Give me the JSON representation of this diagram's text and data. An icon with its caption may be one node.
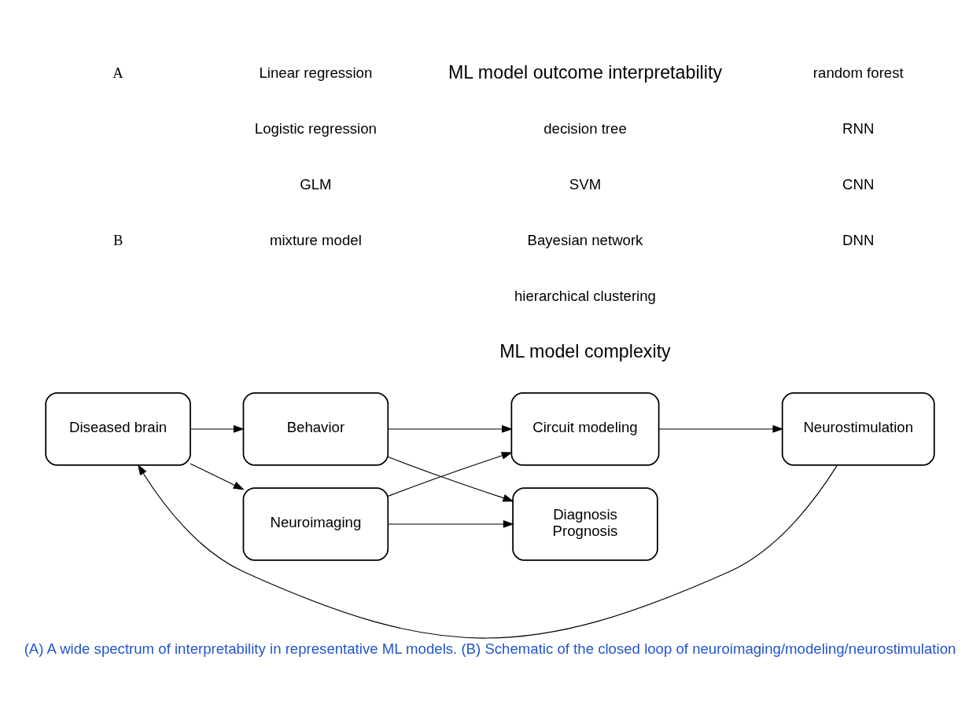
{
  "diagram": {
    "caption": "(A) A wide spectrum of interpretability in representative ML models. (B) Schematic of the closed loop of neuroimaging/modeling/neurostimulation",
    "nodes": [
      {
        "text": [
          "Diseased brain"
        ]
      },
      {
        "text": [
          "Behavior"
        ]
      },
      {
        "text": [
          "Neuroimaging"
        ]
      },
      {
        "text": [
          "Diagnosis",
          "Prognosis"
        ]
      },
      {
        "text": [
          "Circuit modeling"
        ]
      },
      {
        "text": [
          "Neurostimulation"
        ]
      }
    ],
    "edges": [
      {
        "from": 0,
        "to": 1,
        "arrow": "to"
      },
      {
        "from": 0,
        "to": 2,
        "arrow": "to"
      },
      {
        "from": 1,
        "to": 3,
        "arrow": "to"
      },
      {
        "from": 1,
        "to": 4,
        "arrow": "to"
      },
      {
        "from": 2,
        "to": 3,
        "arrow": "to"
      },
      {
        "from": 2,
        "to": 4,
        "arrow": "to"
      },
      {
        "from": 4,
        "to": 5,
        "arrow": "to"
      },
      {
        "from": 5,
        "to": 0,
        "arrow": "to"
      }
    ],
    "labels": [
      "A",
      "ML model outcome interpretability",
      "Linear regression",
      "Logistic regression",
      "GLM",
      "mixture model",
      "decision tree",
      "SVM",
      "Bayesian network",
      "hierarchical clustering",
      "random forest",
      "RNN",
      "CNN",
      "DNN",
      "ML model complexity",
      "B"
    ]
  }
}
